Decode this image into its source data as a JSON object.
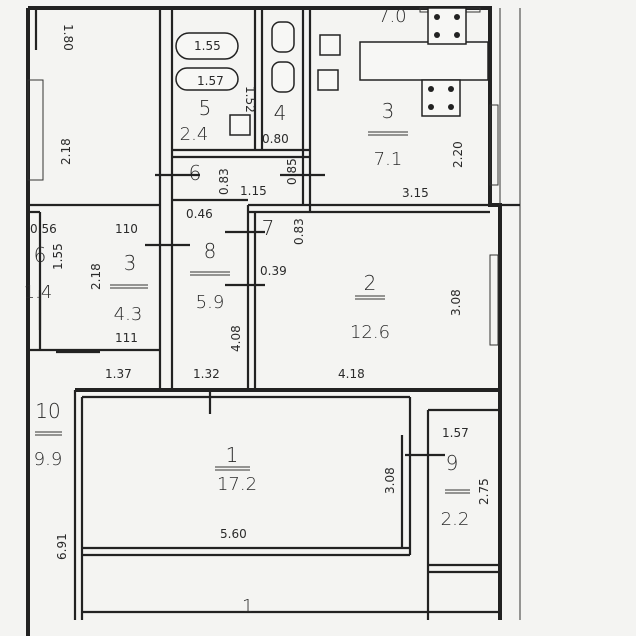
{
  "rooms": [
    {
      "id": "1",
      "num": "1",
      "area": "17.2"
    },
    {
      "id": "2",
      "num": "2",
      "area": "12.6"
    },
    {
      "id": "3k",
      "num": "3",
      "area": "7.1"
    },
    {
      "id": "3c",
      "num": "3",
      "area": "4.3"
    },
    {
      "id": "4",
      "num": "4",
      "area": ""
    },
    {
      "id": "5",
      "num": "5",
      "area": "2.4"
    },
    {
      "id": "6",
      "num": "6",
      "area": ""
    },
    {
      "id": "7",
      "num": "7",
      "area": ""
    },
    {
      "id": "8",
      "num": "8",
      "area": "5.9"
    },
    {
      "id": "9",
      "num": "9",
      "area": "2.2"
    },
    {
      "id": "10",
      "num": "10",
      "area": "9.9"
    },
    {
      "id": "10b",
      "num": "6",
      "area": "1.4"
    }
  ],
  "dimensions": {
    "d_1_80": "1.80",
    "d_7_0": "7.0",
    "d_1_55": "1.55",
    "d_1_57a": "1.57",
    "d_1_52": "1.52",
    "d_0_80": "0.80",
    "d_2_20": "2.20",
    "d_2_18a": "2.18",
    "d_0_83a": "0.83",
    "d_1_15": "1.15",
    "d_0_85": "0.85",
    "d_3_15": "3.15",
    "d_0_46": "0.46",
    "d_0_83b": "0.83",
    "d_110": "110",
    "d_0_56": "0.56",
    "d_1_55b": "1.55",
    "d_2_18b": "2.18",
    "d_0_39": "0.39",
    "d_3_08a": "3.08",
    "d_111": "111",
    "d_4_08": "4.08",
    "d_1_37": "1.37",
    "d_1_32": "1.32",
    "d_4_18": "4.18",
    "d_1_57b": "1.57",
    "d_3_08b": "3.08",
    "d_2_75": "2.75",
    "d_6_91": "6.91",
    "d_5_60": "5.60",
    "d_bottom": "1"
  }
}
